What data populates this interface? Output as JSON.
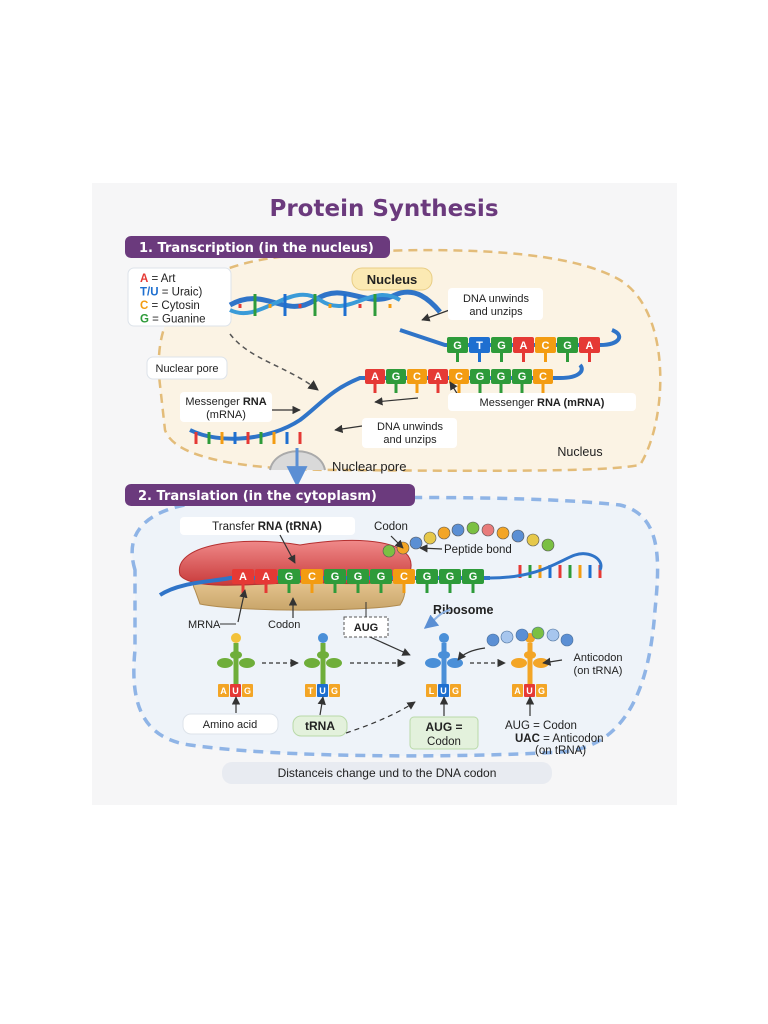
{
  "title": "Protein Synthesis",
  "sections": {
    "transcription": "1. Transcription (in the nucleus)",
    "translation": "2. Translation (in the cytoplasm)"
  },
  "legend": [
    {
      "letter": "A",
      "text": "= Art",
      "color": "#e53935"
    },
    {
      "letter": "T/U",
      "text": "= Uraic)",
      "color": "#1e6fd0"
    },
    {
      "letter": "C",
      "text": "= Cytosin",
      "color": "#f39c12"
    },
    {
      "letter": "G",
      "text": "= Guanine",
      "color": "#2e9b3a"
    }
  ],
  "transcription_labels": {
    "nucleus_tag": "Nucleus",
    "dna_unwinds_1": [
      "DNA unwinds",
      "and unzips"
    ],
    "dna_unwinds_2": [
      "DNA unwinds",
      "and unzips"
    ],
    "nuclear_pore_box": "Nuclear pore",
    "mrna_left": [
      "Messenger",
      "RNA",
      "(mRNA)"
    ],
    "mrna_right": [
      "Messenger",
      "RNA (mRNA)"
    ],
    "nucleus_label": "Nucleus",
    "nuclear_pore_bottom": "Nuclear pore",
    "dna_sequence": [
      "G",
      "T",
      "G",
      "A",
      "C",
      "G",
      "A"
    ],
    "mrna_sequence": [
      "A",
      "G",
      "C",
      "A",
      "C",
      "G",
      "G",
      "G",
      "C"
    ]
  },
  "translation_labels": {
    "trna_label": [
      "Transfer",
      "RNA (tRNA)"
    ],
    "codon_top": "Codon",
    "peptide_bond": "Peptide bond",
    "ribosome": "Ribosome",
    "mrna": "MRNA",
    "codon_mid": "Codon",
    "aug_box": "AUG",
    "ribosome_sequence": [
      "A",
      "A",
      "G",
      "C",
      "G",
      "G",
      "G",
      "C",
      "G",
      "G",
      "G"
    ],
    "anticodon": [
      "Anticodon",
      "(on tRNA)"
    ],
    "amino_acid": "Amino acid",
    "trna": "tRNA",
    "aug_codon": [
      "AUG =",
      "Codon"
    ],
    "key_aug": "AUG = Codon",
    "key_uac": [
      "UAC",
      "= Anticodon",
      "(on tRNA)"
    ],
    "footer": "Distanceis change und to the DNA codon",
    "trna_codes": [
      {
        "letters": [
          "A",
          "U",
          "G"
        ],
        "colors": [
          "#f3a526",
          "#e53935",
          "#f3a526"
        ]
      },
      {
        "letters": [
          "T",
          "U",
          "G"
        ],
        "colors": [
          "#f3a526",
          "#1e6fd0",
          "#f3a526"
        ]
      },
      {
        "letters": [
          "L",
          "U",
          "G"
        ],
        "colors": [
          "#f3a526",
          "#1e6fd0",
          "#f3a526"
        ]
      },
      {
        "letters": [
          "A",
          "U",
          "G"
        ],
        "colors": [
          "#f3a526",
          "#e53935",
          "#f3a526"
        ]
      }
    ]
  }
}
